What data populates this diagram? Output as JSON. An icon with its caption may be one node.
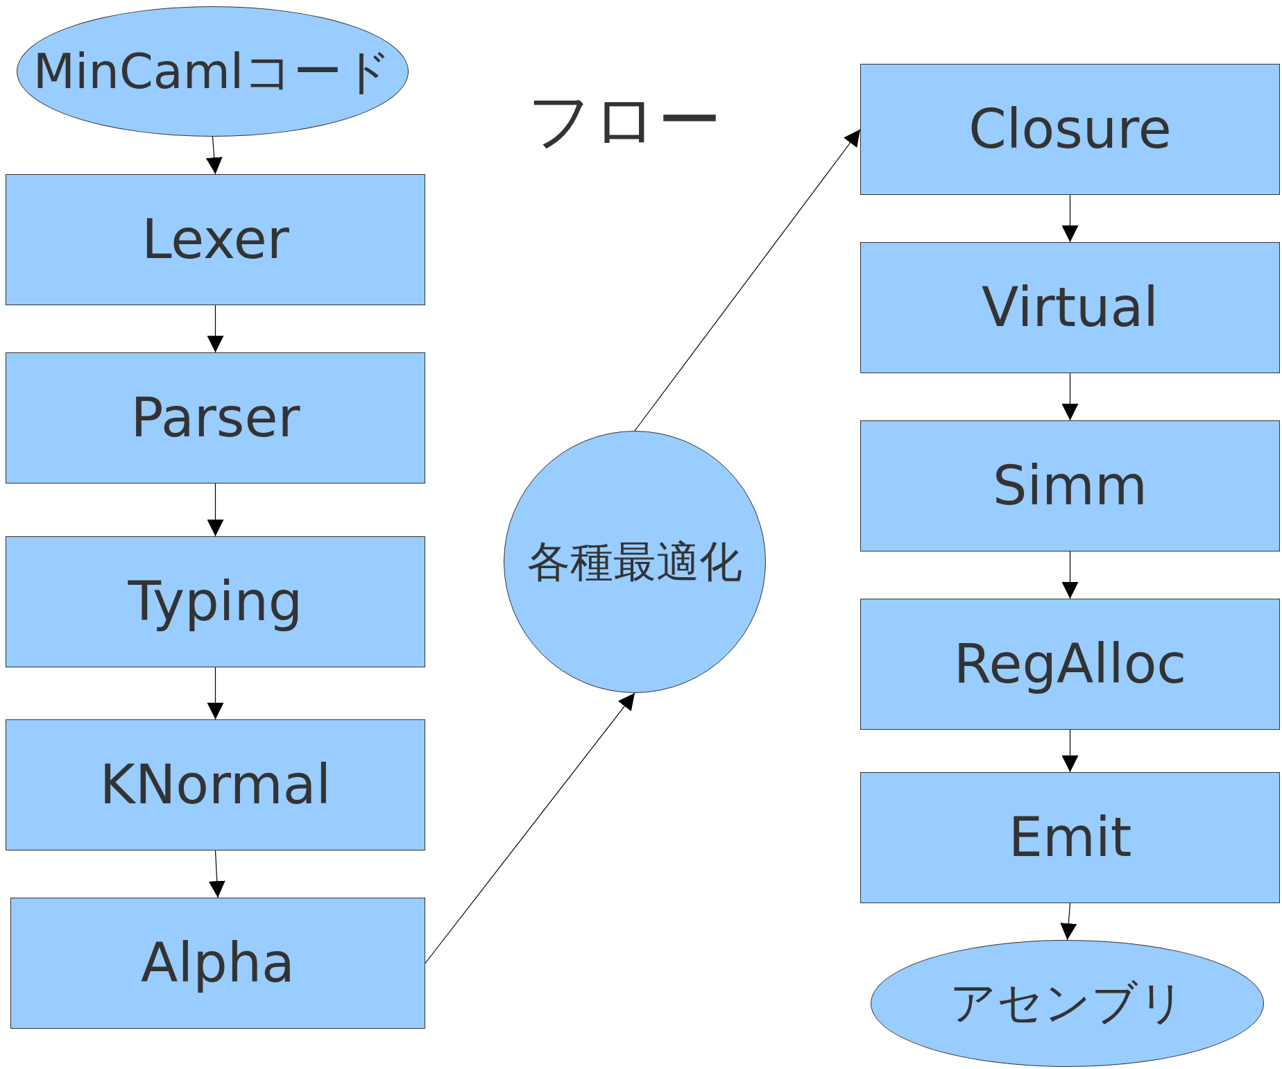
{
  "diagram": {
    "title": "フロー",
    "nodes": [
      {
        "text": [
          "MinCamlコード"
        ]
      },
      {
        "text": [
          "Lexer"
        ]
      },
      {
        "text": [
          "Parser"
        ]
      },
      {
        "text": [
          "Typing"
        ]
      },
      {
        "text": [
          "KNormal"
        ]
      },
      {
        "text": [
          "Alpha"
        ]
      },
      {
        "text": [
          "各種最適化"
        ]
      },
      {
        "text": [
          "Closure"
        ]
      },
      {
        "text": [
          "Virtual"
        ]
      },
      {
        "text": [
          "Simm"
        ]
      },
      {
        "text": [
          "RegAlloc"
        ]
      },
      {
        "text": [
          "Emit"
        ]
      },
      {
        "text": [
          "アセンブリ"
        ]
      }
    ],
    "edges": [
      {
        "from": 0,
        "to": 1,
        "arrow": "to"
      },
      {
        "from": 1,
        "to": 2,
        "arrow": "to"
      },
      {
        "from": 2,
        "to": 3,
        "arrow": "to"
      },
      {
        "from": 3,
        "to": 4,
        "arrow": "to"
      },
      {
        "from": 4,
        "to": 5,
        "arrow": "to"
      },
      {
        "from": 5,
        "to": 6,
        "arrow": "to"
      },
      {
        "from": 6,
        "to": 7,
        "arrow": "to"
      },
      {
        "from": 7,
        "to": 8,
        "arrow": "to"
      },
      {
        "from": 8,
        "to": 9,
        "arrow": "to"
      },
      {
        "from": 9,
        "to": 10,
        "arrow": "to"
      },
      {
        "from": 10,
        "to": 11,
        "arrow": "to"
      },
      {
        "from": 11,
        "to": 12,
        "arrow": "to"
      }
    ]
  }
}
